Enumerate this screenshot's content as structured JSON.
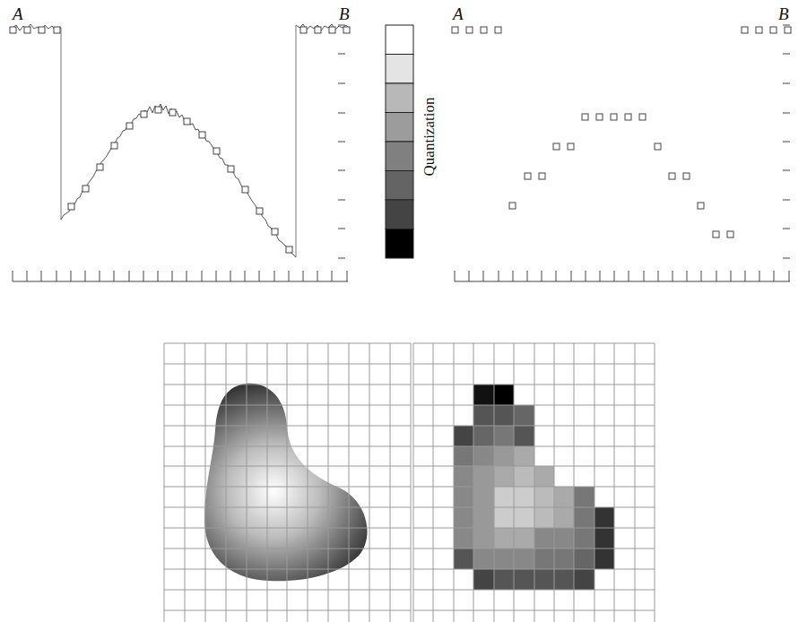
{
  "diagram": {
    "labels": [
      "A",
      "B",
      "Quantization",
      "A",
      "B"
    ]
  }
}
